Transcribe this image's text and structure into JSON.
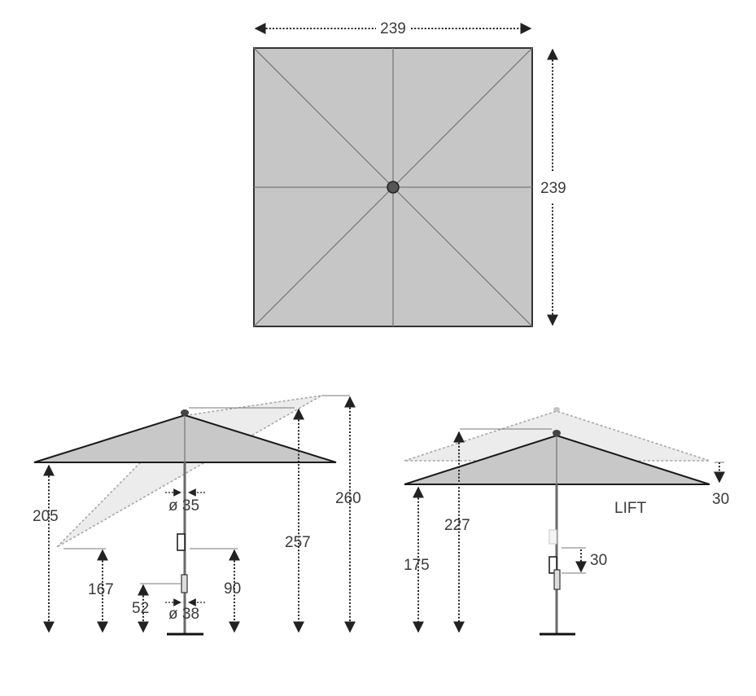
{
  "top_view": {
    "width_label": "239",
    "depth_label": "239"
  },
  "side_view": {
    "pole_diameter_top": "ø 35",
    "pole_diameter_bottom": "ø 38",
    "height_total": "260",
    "height_top": "257",
    "height_canopy_edge": "205",
    "height_tilted_edge": "167",
    "height_crank": "90",
    "height_joint": "52"
  },
  "lift_view": {
    "lift_label": "LIFT",
    "lift_amount": "30",
    "crank_travel": "30",
    "height_top": "227",
    "height_canopy_edge": "175"
  },
  "colors": {
    "canopy": "#c8c8c8",
    "outline": "#1a1a1a",
    "ghost": "#ececec",
    "text": "#3a3a3a"
  }
}
